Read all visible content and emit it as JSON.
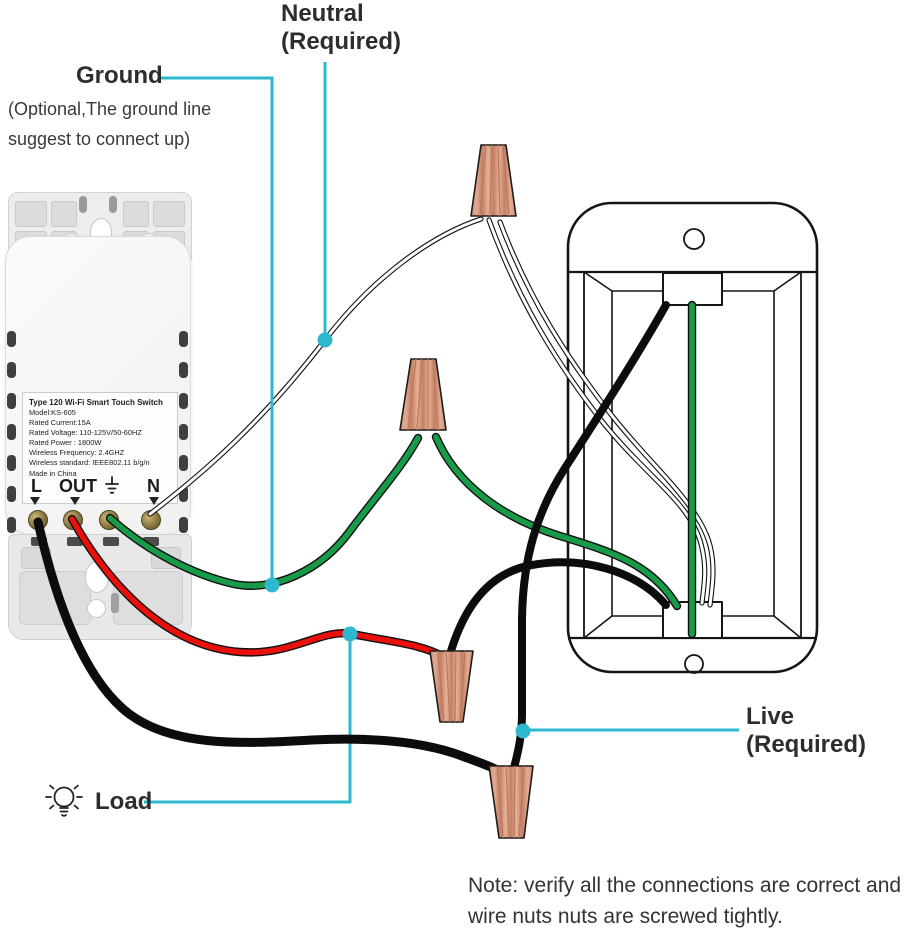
{
  "colors": {
    "callout": "#2db9cd",
    "wire_black": "#0c0c0c",
    "wire_red": "#ea100c",
    "wire_green": "#189b49",
    "wire_white": "#ffffff",
    "wire_nut": "#d89b80"
  },
  "callouts": {
    "neutral_line1": "Neutral",
    "neutral_line2": "(Required)",
    "ground_title": "Ground",
    "ground_note_line1": "(Optional,The ground line",
    "ground_note_line2": "suggest to connect up)",
    "load_label": "Load",
    "live_line1": "Live",
    "live_line2": "(Required)",
    "note_line1": "Note: verify all the  connections are correct and",
    "note_line2": "wire nuts nuts are screwed tightly."
  },
  "device": {
    "label_title": "Type 120 Wi-Fi Smart Touch Switch",
    "label_lines": [
      "Model:KS-605",
      "Rated Current:15A",
      "Rated Voltage: 110-125V/50-60HZ",
      "Rated Power : 1800W",
      "Wireless Frequency: 2.4GHZ",
      "Wireless standard: IEEE802.11 b/g/n",
      "Made in China"
    ],
    "terminals": [
      "L",
      "OUT",
      "N"
    ]
  }
}
